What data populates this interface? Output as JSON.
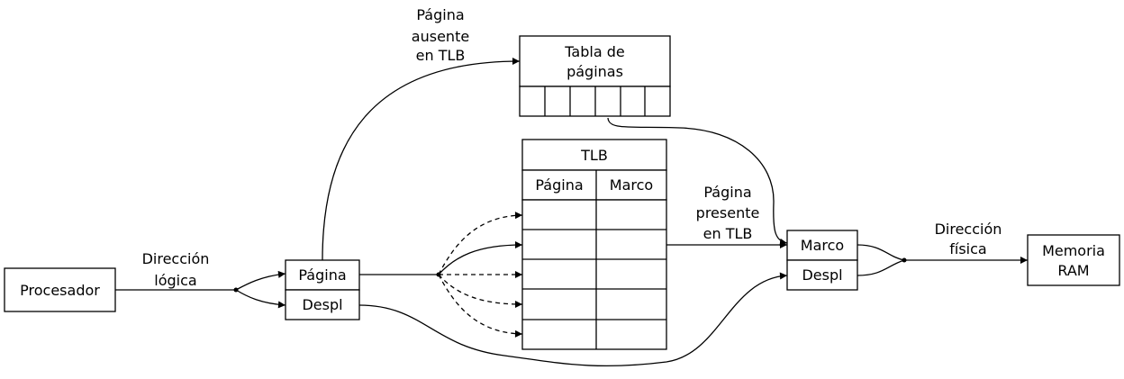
{
  "nodes": {
    "procesador": "Procesador",
    "pagina": "Página",
    "despl": "Despl",
    "tabla_line1": "Tabla de",
    "tabla_line2": "páginas",
    "tlb_title": "TLB",
    "tlb_col_pagina": "Página",
    "tlb_col_marco": "Marco",
    "marco": "Marco",
    "despl_out": "Despl",
    "memoria_line1": "Memoria",
    "memoria_line2": "RAM"
  },
  "labels": {
    "dir_logica_1": "Dirección",
    "dir_logica_2": "lógica",
    "ausente_1": "Página",
    "ausente_2": "ausente",
    "ausente_3": "en TLB",
    "presente_1": "Página",
    "presente_2": "presente",
    "presente_3": "en TLB",
    "dir_fisica_1": "Dirección",
    "dir_fisica_2": "física"
  }
}
